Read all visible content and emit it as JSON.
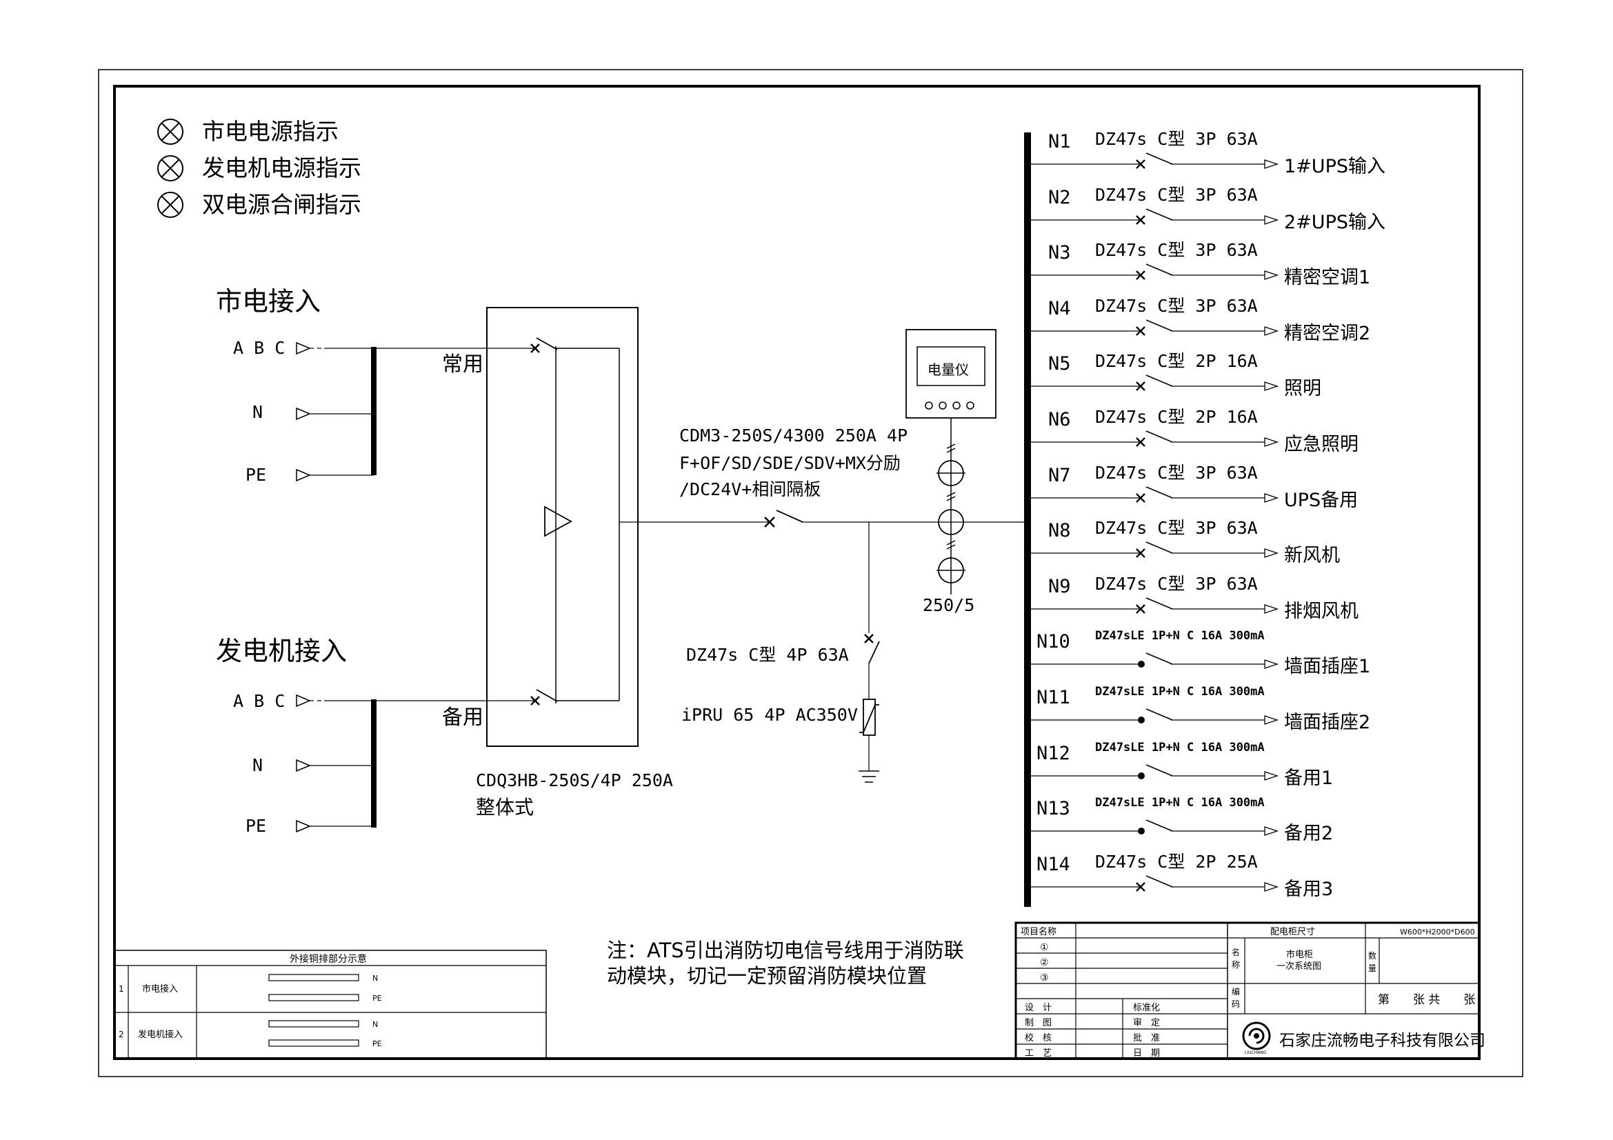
{
  "indicators": [
    "市电电源指示",
    "发电机电源指示",
    "双电源合闸指示"
  ],
  "grid_input": {
    "title": "市电接入",
    "phases": [
      "A B C",
      "N",
      "PE"
    ],
    "label": "常用"
  },
  "gen_input": {
    "title": "发电机接入",
    "phases": [
      "A B C",
      "N",
      "PE"
    ],
    "label": "备用"
  },
  "ats": {
    "model": "CDQ3HB-250S/4P 250A",
    "type": "整体式"
  },
  "main_breaker": {
    "line1": "CDM3-250S/4300 250A 4P",
    "line2": "F+OF/SD/SDE/SDV+MX分励",
    "line3": "/DC24V+相间隔板"
  },
  "meter": {
    "label": "电量仪"
  },
  "ct": {
    "ratio": "250/5"
  },
  "spd": {
    "breaker": "DZ47s C型 4P 63A",
    "device": "iPRU 65 4P AC350V"
  },
  "circuits": [
    {
      "no": "N1",
      "spec": "DZ47s C型 3P 63A",
      "load": "1#UPS输入",
      "small": false
    },
    {
      "no": "N2",
      "spec": "DZ47s C型 3P 63A",
      "load": "2#UPS输入",
      "small": false
    },
    {
      "no": "N3",
      "spec": "DZ47s C型 3P 63A",
      "load": "精密空调1",
      "small": false
    },
    {
      "no": "N4",
      "spec": "DZ47s C型 3P 63A",
      "load": "精密空调2",
      "small": false
    },
    {
      "no": "N5",
      "spec": "DZ47s C型 2P 16A",
      "load": "照明",
      "small": false
    },
    {
      "no": "N6",
      "spec": "DZ47s C型 2P 16A",
      "load": "应急照明",
      "small": false
    },
    {
      "no": "N7",
      "spec": "DZ47s C型 3P 63A",
      "load": "UPS备用",
      "small": false
    },
    {
      "no": "N8",
      "spec": "DZ47s C型 3P 63A",
      "load": "新风机",
      "small": false
    },
    {
      "no": "N9",
      "spec": "DZ47s C型 3P 63A",
      "load": "排烟风机",
      "small": false
    },
    {
      "no": "N10",
      "spec": "DZ47sLE 1P+N C 16A 300mA",
      "load": "墙面插座1",
      "small": true
    },
    {
      "no": "N11",
      "spec": "DZ47sLE 1P+N C 16A 300mA",
      "load": "墙面插座2",
      "small": true
    },
    {
      "no": "N12",
      "spec": "DZ47sLE 1P+N C 16A 300mA",
      "load": "备用1",
      "small": true
    },
    {
      "no": "N13",
      "spec": "DZ47sLE 1P+N C 16A 300mA",
      "load": "备用2",
      "small": true
    },
    {
      "no": "N14",
      "spec": "DZ47s C型 2P 25A",
      "load": "备用3",
      "small": false
    }
  ],
  "note": {
    "line1": "注：ATS引出消防切电信号线用于消防联",
    "line2": "动模块，切记一定预留消防模块位置"
  },
  "busbar_table": {
    "title": "外接铜排部分示意",
    "rows": [
      {
        "idx": "1",
        "name": "市电接入",
        "bars": [
          "N",
          "PE"
        ]
      },
      {
        "idx": "2",
        "name": "发电机接入",
        "bars": [
          "N",
          "PE"
        ]
      }
    ]
  },
  "title_block": {
    "project_label": "项目名称",
    "rev_marks": [
      "①",
      "②",
      "③"
    ],
    "roles_left": [
      "设　计",
      "制　图",
      "校　核",
      "工　艺"
    ],
    "roles_right": [
      "标准化",
      "审　定",
      "批　准",
      "日　期"
    ],
    "size_label": "配电柜尺寸",
    "size_value": "W600*H2000*D600",
    "name_label": [
      "名",
      "称"
    ],
    "name_value": [
      "市电柜",
      "一次系统图"
    ],
    "qty_label": [
      "数",
      "量"
    ],
    "code_label": [
      "编",
      "码"
    ],
    "sheet": "第　　张 共　　张",
    "company": "石家庄流畅电子科技有限公司",
    "logo_text": "LIUCHANG"
  }
}
